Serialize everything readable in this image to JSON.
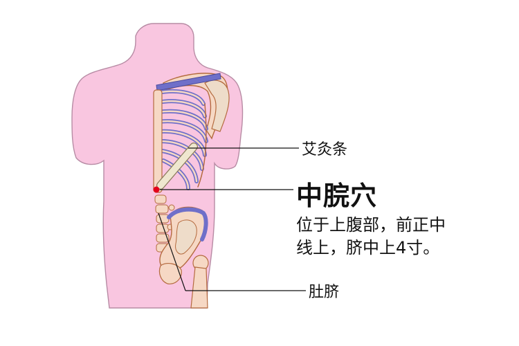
{
  "labels": {
    "moxa_stick": "艾灸条",
    "acupoint_name": "中脘穴",
    "description_line1": "位于上腹部，前正中",
    "description_line2": "线上，脐中上4寸。",
    "navel": "肚脐"
  },
  "colors": {
    "skin": "#f9c6e0",
    "skin_outline": "#b78ba4",
    "rib_blue": "#6f6fc9",
    "bone": "#f6d8c4",
    "bone_outline": "#b46a3e",
    "moxa_stick": "#efe7cf",
    "acupoint": "#e4001b",
    "leader_line": "#111111"
  }
}
